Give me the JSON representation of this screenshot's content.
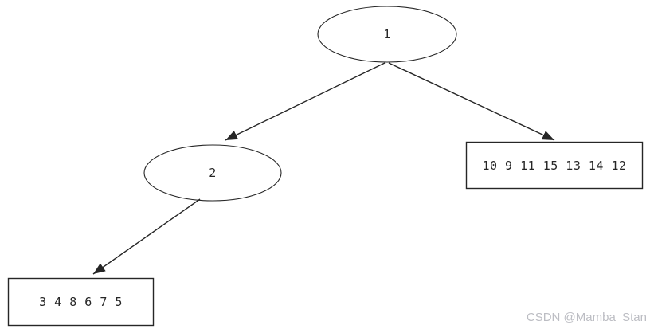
{
  "diagram": {
    "type": "binary-tree",
    "nodes": {
      "root": {
        "label": "1",
        "shape": "ellipse"
      },
      "left_child": {
        "label": "2",
        "shape": "ellipse"
      },
      "right_leaf": {
        "label": "10 9 11 15 13 14 12",
        "shape": "rect"
      },
      "left_leaf": {
        "label": "3 4 8 6 7 5",
        "shape": "rect"
      }
    },
    "edges": [
      {
        "from": "root",
        "to": "left_child",
        "style": "arrow"
      },
      {
        "from": "root",
        "to": "right_leaf",
        "style": "arrow"
      },
      {
        "from": "left_child",
        "to": "left_leaf",
        "style": "arrow"
      }
    ]
  },
  "watermark": {
    "text": "CSDN @Mamba_Stan"
  },
  "colors": {
    "background": "#ffffff",
    "stroke": "#262626",
    "text": "#262626",
    "watermark": "#bcbdc3"
  }
}
